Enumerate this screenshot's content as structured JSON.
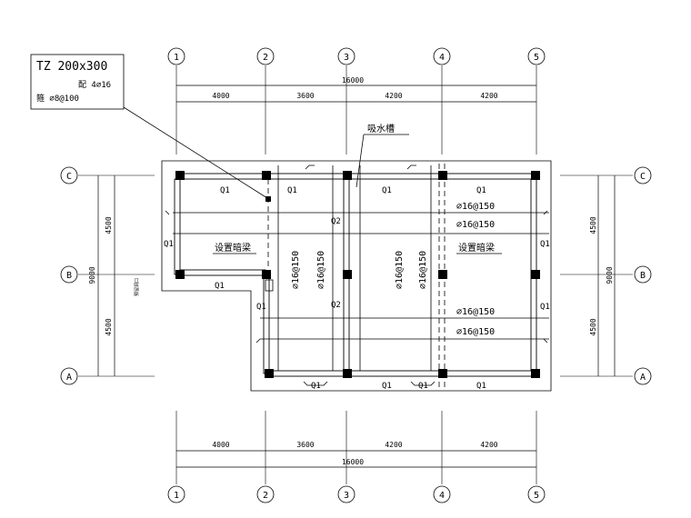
{
  "grid": {
    "columns": [
      "1",
      "2",
      "3",
      "4",
      "5"
    ],
    "rows": [
      "C",
      "B",
      "A"
    ]
  },
  "dimensions": {
    "top_total": "16000",
    "top_spans": [
      "4000",
      "3600",
      "4200",
      "4200"
    ],
    "bottom_total": "16000",
    "bottom_spans": [
      "4000",
      "3600",
      "4200",
      "4200"
    ],
    "left_total": "9000",
    "left_spans": [
      "4500",
      "4500"
    ],
    "right_total": "9000",
    "right_spans": [
      "4500",
      "4500"
    ]
  },
  "callout": {
    "title": "TZ 200x300",
    "line1": "配 4⌀16",
    "line2": "箍 ⌀8@100"
  },
  "labels": {
    "sump": "吸水槽",
    "hidden_beam_left": "设置暗梁",
    "hidden_beam_right": "设置暗梁",
    "wall_q1": "Q1",
    "wall_q2": "Q2",
    "rebar_h": "⌀16@150",
    "rebar_v": "⌀16@150",
    "small_note": "预留洞口"
  }
}
